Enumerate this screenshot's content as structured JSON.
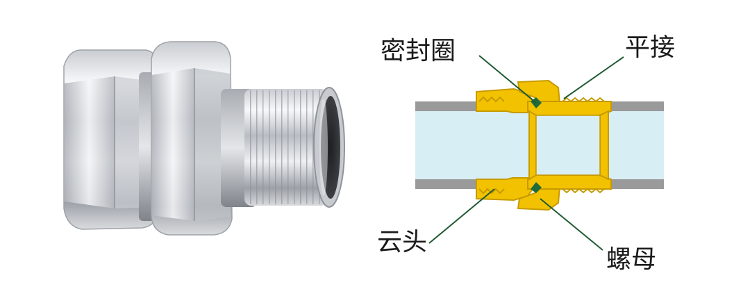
{
  "diagram": {
    "labels": {
      "seal_ring": "密封圈",
      "flat_joint": "平接",
      "cloud_head": "云头",
      "nut": "螺母"
    },
    "colors": {
      "pipe_wall": "#9a9a9a",
      "pipe_bore": "#d8eef5",
      "brass": "#f2c200",
      "brass_edge": "#c79a00",
      "seal_ring": "#1f6b3a",
      "leader_line": "#1f5a32",
      "chrome_light": "#f4f5f7",
      "chrome_dark": "#8c9096"
    }
  }
}
